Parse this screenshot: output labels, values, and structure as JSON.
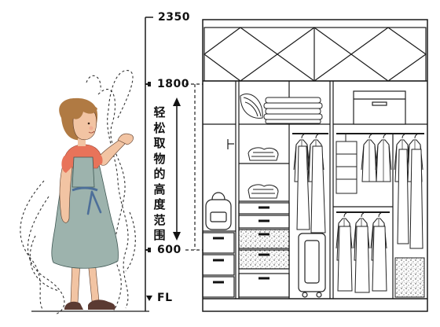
{
  "scale": {
    "top_label": "2350",
    "label_1800": "1800",
    "label_600": "600",
    "floor_label": "FL"
  },
  "caption": {
    "text": "轻松取物的高度范围",
    "chars": [
      "轻",
      "松",
      "取",
      "物",
      "的",
      "高",
      "度",
      "范",
      "围"
    ]
  },
  "colors": {
    "line": "#1a1a1a",
    "skin": "#f2c4a3",
    "hair": "#b07a43",
    "blouse": "#e8735a",
    "apron": "#9db3ad",
    "ribbon": "#4d6f99",
    "shoe": "#5b3a32"
  },
  "icons": [
    "woman-figure",
    "wardrobe-drawing",
    "hanging-clothes-icon",
    "folded-clothes-icon",
    "handbag-icon",
    "suitcase-icon",
    "storage-box-icon"
  ]
}
